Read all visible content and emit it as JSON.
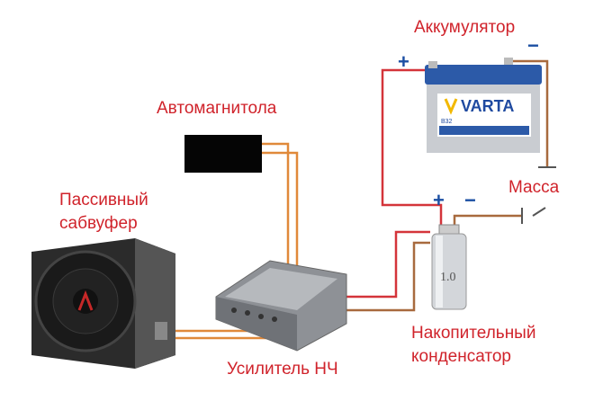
{
  "labels": {
    "battery": "Аккумулятор",
    "head_unit": "Автомагнитола",
    "subwoofer_line1": "Пассивный",
    "subwoofer_line2": "сабвуфер",
    "ground": "Масса",
    "amplifier": "Усилитель НЧ",
    "capacitor_line1": "Накопительный",
    "capacitor_line2": "конденсатор"
  },
  "polarity": {
    "battery_plus": "+",
    "battery_minus": "−",
    "capacitor_plus": "+",
    "capacitor_minus": "−"
  },
  "logos": {
    "battery_brand": "VARTA",
    "battery_model": "B32",
    "capacitor_value": "1.0"
  },
  "colors": {
    "label": "#d0232b",
    "polarity": "#1b4fa3",
    "power_wire": "#d4343a",
    "ground_wire": "#a86a3e",
    "signal_wire": "#e0893a"
  }
}
